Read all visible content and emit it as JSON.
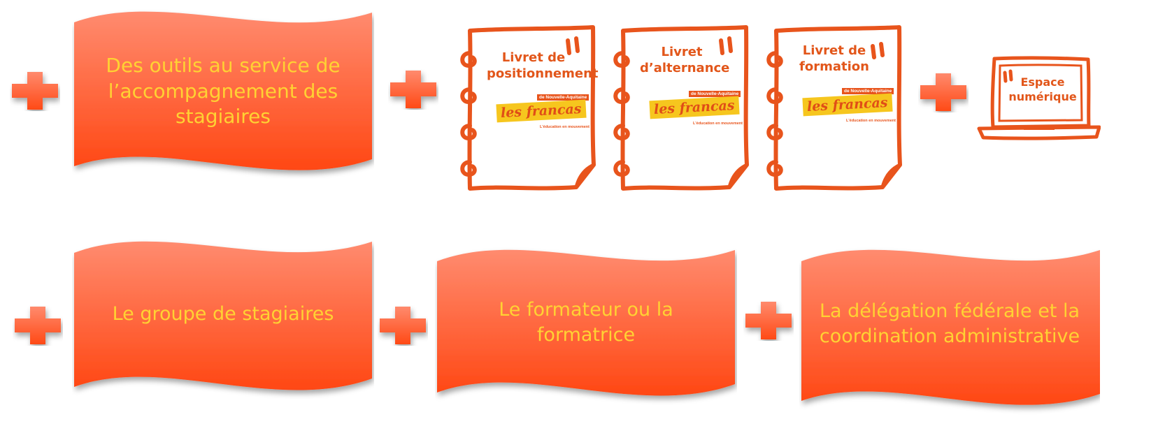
{
  "colors": {
    "accent": "#e8541c",
    "wave_text": "#ffd233",
    "logo_yellow": "#f6c61e"
  },
  "row1": {
    "tools_banner": "Des outils au service de l’accompagnement des stagiaires",
    "booklets": [
      {
        "title": "Livret de positionnement"
      },
      {
        "title": "Livret d’alternance"
      },
      {
        "title": "Livret de formation"
      }
    ],
    "logo": {
      "region": "de Nouvelle-Aquitaine",
      "name": "les francas",
      "tagline": "L'éducation en mouvement !"
    },
    "laptop": {
      "label": "Espace numérique",
      "icon": "laptop-icon"
    }
  },
  "row2": {
    "banners": [
      {
        "text": "Le groupe de stagiaires"
      },
      {
        "text": "Le formateur ou la formatrice"
      },
      {
        "text": "La délégation fédérale et la coordination administrative"
      }
    ]
  },
  "icons": {
    "plus": "plus-icon",
    "quote": "quote-mark-icon"
  }
}
